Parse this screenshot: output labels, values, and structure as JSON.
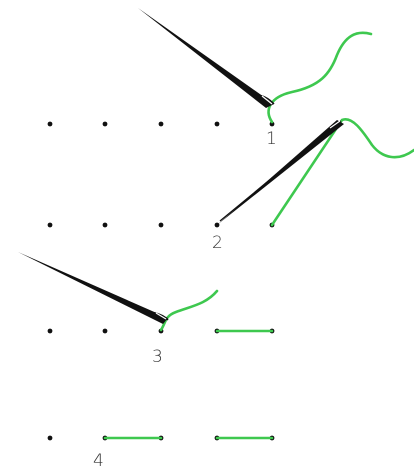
{
  "colors": {
    "thread": "#3ec84f",
    "needle": "#111111",
    "dot": "#111111",
    "label": "#333333"
  },
  "icons": [
    "needle-icon",
    "thread-icon",
    "stitch-hole-icon"
  ],
  "steps": [
    {
      "label": "1"
    },
    {
      "label": "2"
    },
    {
      "label": "3"
    },
    {
      "label": "4"
    }
  ]
}
